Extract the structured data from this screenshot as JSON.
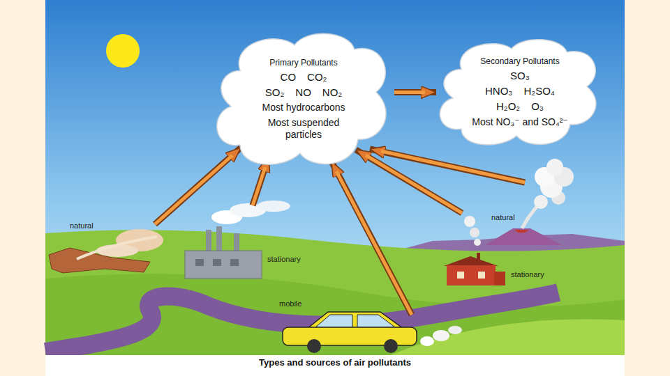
{
  "diagram": {
    "caption": "Types and sources of air pollutants",
    "nodes": [
      {
        "text": [
          "Primary Pollutants",
          "CO",
          "CO₂",
          "SO₂",
          "NO",
          "NO₂",
          "Most hydrocarbons",
          "Most suspended particles"
        ]
      },
      {
        "text": [
          "Secondary Pollutants",
          "SO₃",
          "HNO₃",
          "H₂SO₄",
          "H₂O₂",
          "O₃",
          "Most NO₃⁻ and SO₄²⁻"
        ]
      }
    ],
    "edges": [
      {
        "from": 0,
        "to": 1,
        "arrow": "to"
      }
    ],
    "labels": [
      "natural",
      "stationary",
      "mobile",
      "natural",
      "stationary"
    ]
  }
}
